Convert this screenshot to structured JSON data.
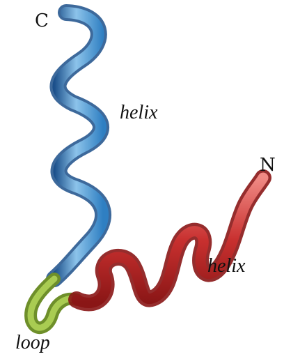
{
  "labels": {
    "c_terminus": "C",
    "n_terminus": "N",
    "helix_upper": "helix",
    "helix_lower": "helix",
    "loop": "loop"
  },
  "colors": {
    "helix_c_blue": "#2f7fc2",
    "helix_c_blue_light": "#8cc3ea",
    "helix_c_blue_dark": "#1b4f8a",
    "loop_green": "#8fb33c",
    "helix_n_red": "#c8302f",
    "helix_n_red_light": "#f08a84",
    "helix_n_red_dark": "#8a1616"
  }
}
